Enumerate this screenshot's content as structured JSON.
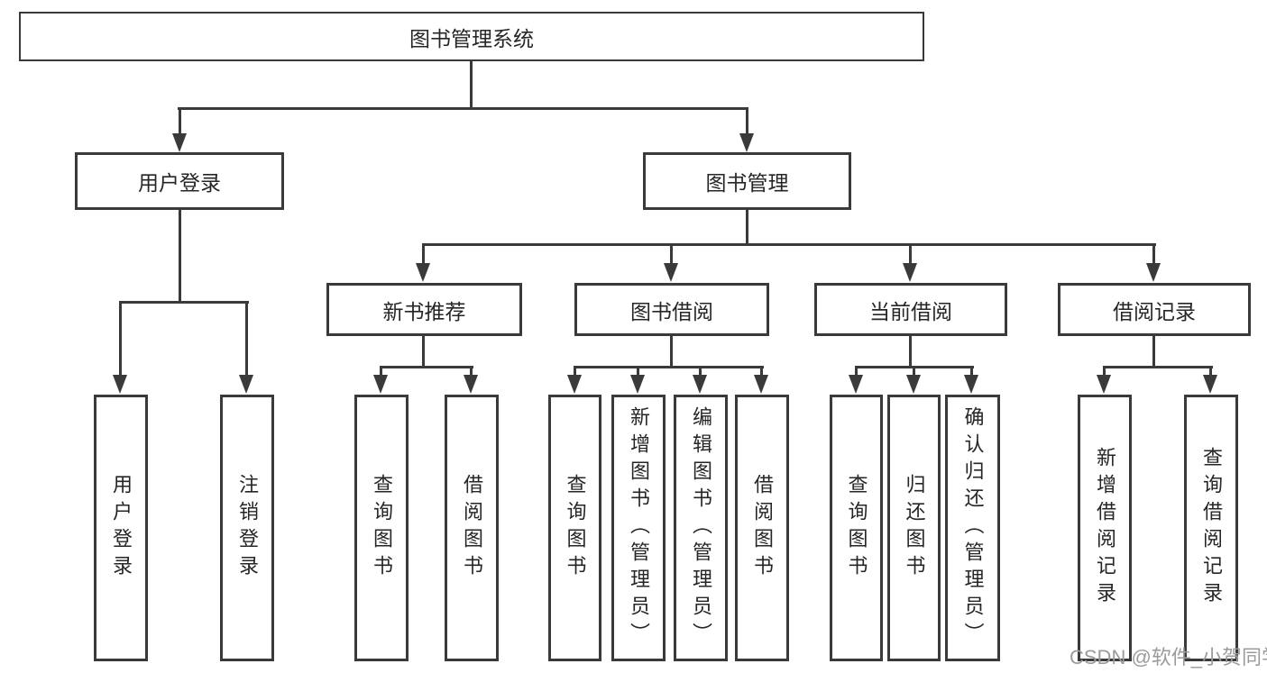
{
  "diagram": {
    "root": "图书管理系统",
    "level2": [
      "用户登录",
      "图书管理"
    ],
    "level3": [
      "新书推荐",
      "图书借阅",
      "当前借阅",
      "借阅记录"
    ],
    "leaves": {
      "user_login": [
        "用户登录",
        "注销登录"
      ],
      "new_book": [
        "查询图书",
        "借阅图书"
      ],
      "borrow": [
        "查询图书",
        "新增图书（管理员）",
        "编辑图书（管理员）",
        "借阅图书"
      ],
      "current": [
        "查询图书",
        "归还图书",
        "确认归还（管理员）"
      ],
      "records": [
        "新增借阅记录",
        "查询借阅记录"
      ]
    },
    "colors": {
      "line": "#3a3a3a",
      "box_border": "#3a3a3a",
      "text": "#262626",
      "background": "#ffffff",
      "watermark": "#9b9b9b"
    }
  },
  "watermark": {
    "text": "CSDN @软件_小贺同学"
  }
}
